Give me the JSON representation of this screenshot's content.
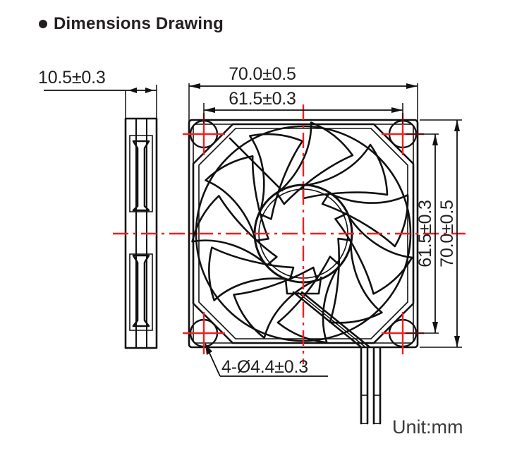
{
  "page": {
    "title": "Dimensions Drawing",
    "bullet": "filled-round-bullet",
    "unit_note": "Unit:mm",
    "background": "#ffffff",
    "line_color": "#111111",
    "centerline_color": "#f41e1e",
    "text_color": "#231f20"
  },
  "drawing": {
    "type": "mechanical-dimension-drawing",
    "subject": "axial cooling fan",
    "views": [
      {
        "name": "side-view",
        "label": "side profile view",
        "position": "left"
      },
      {
        "name": "front-view",
        "label": "front / blade view",
        "position": "right"
      }
    ],
    "blade_count": 11,
    "mounting_holes": 4
  },
  "dimensions": {
    "side_thickness": {
      "value": "10.5±0.3",
      "nominal": 10.5,
      "tolerance": 0.3,
      "orientation": "horizontal",
      "view": "side-view"
    },
    "top_outer_width": {
      "value": "70.0±0.5",
      "nominal": 70.0,
      "tolerance": 0.5,
      "orientation": "horizontal",
      "view": "front-view"
    },
    "top_hole_pitch": {
      "value": "61.5±0.3",
      "nominal": 61.5,
      "tolerance": 0.3,
      "orientation": "horizontal",
      "view": "front-view"
    },
    "right_hole_pitch": {
      "value": "61.5±0.3",
      "nominal": 61.5,
      "tolerance": 0.3,
      "orientation": "vertical",
      "view": "front-view"
    },
    "right_outer_height": {
      "value": "70.0±0.5",
      "nominal": 70.0,
      "tolerance": 0.5,
      "orientation": "vertical",
      "view": "front-view"
    },
    "hole_callout": {
      "value": "4-Ø4.4±0.3",
      "quantity": 4,
      "diameter": 4.4,
      "tolerance": 0.3,
      "view": "front-view"
    }
  }
}
